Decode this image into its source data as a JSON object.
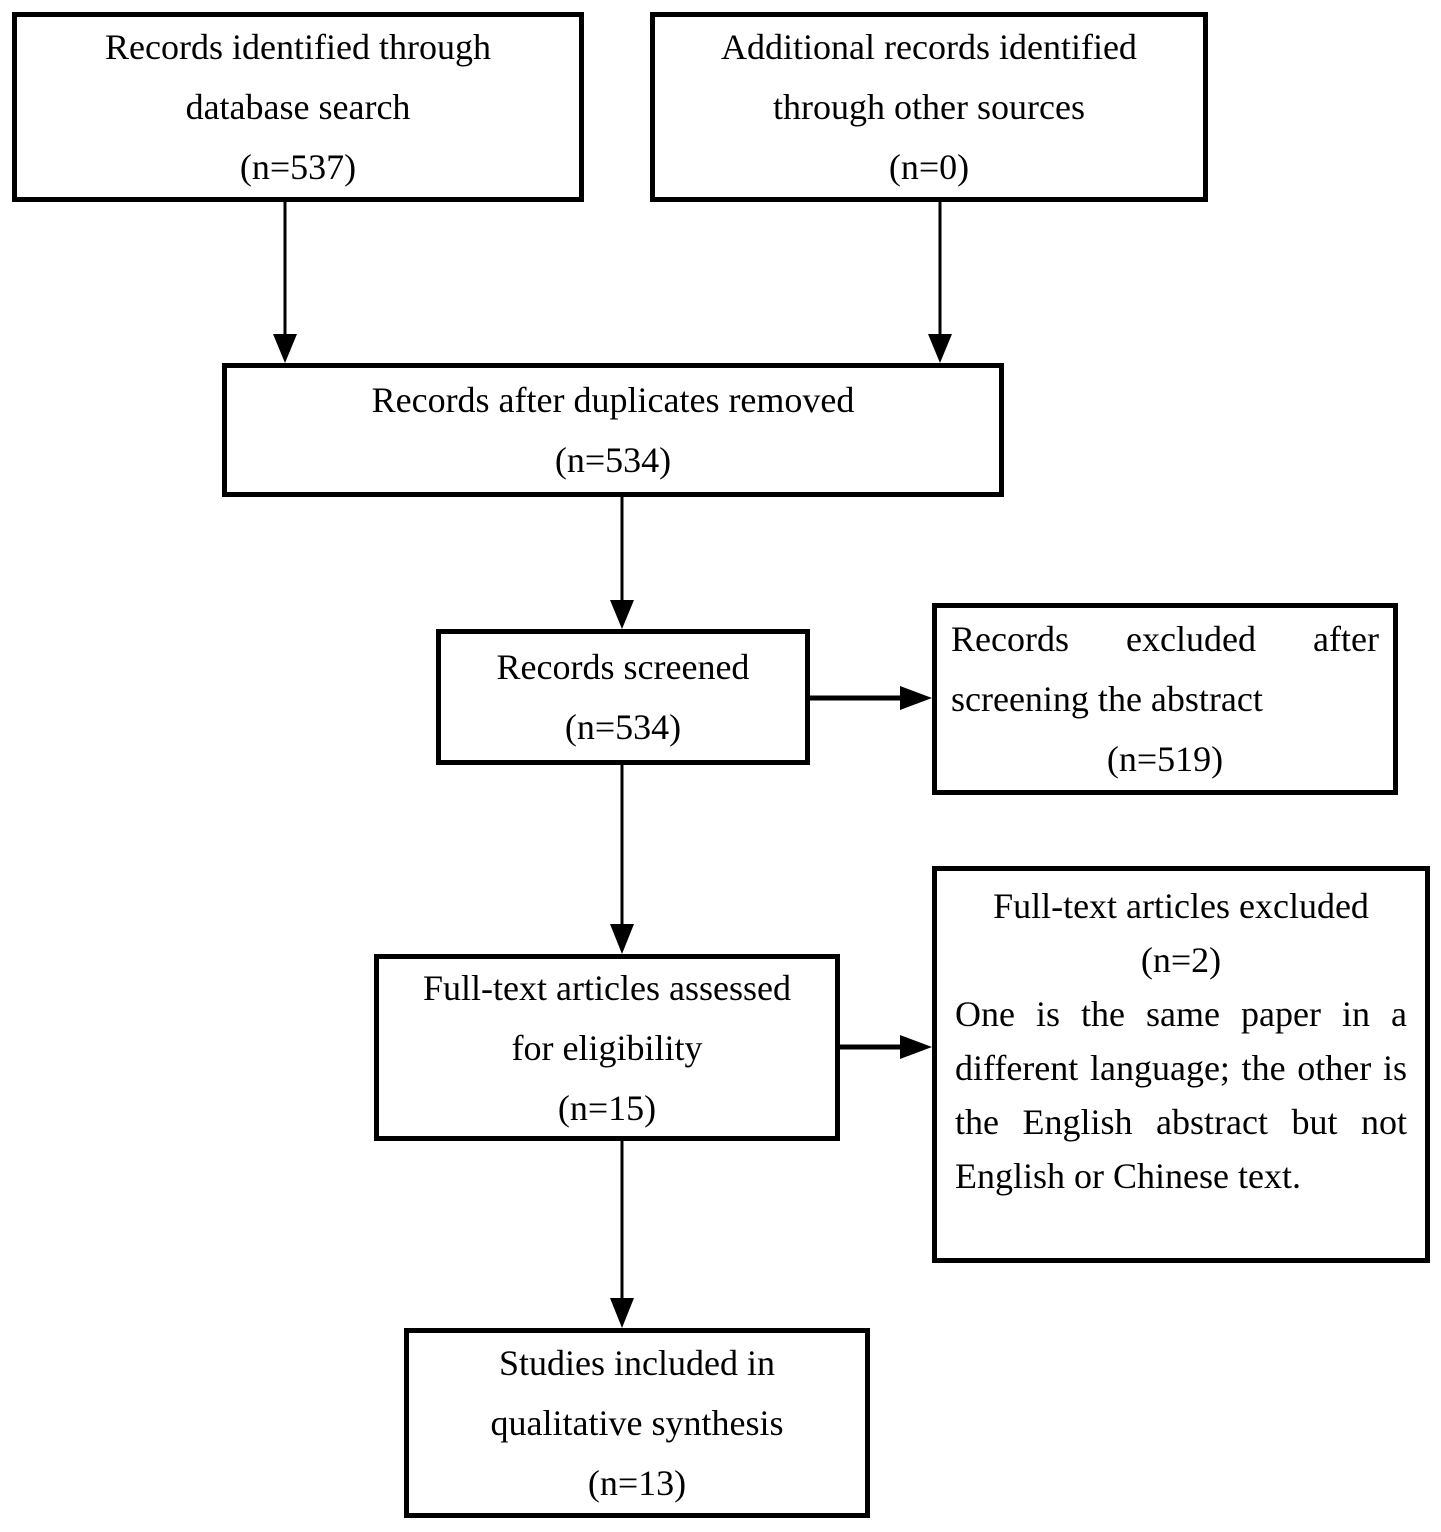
{
  "diagram": {
    "kind": "study-selection-flowchart",
    "background_color": "#ffffff",
    "line_color": "#000000",
    "text_color": "#000000"
  },
  "boxes": {
    "identified": {
      "label": "Records identified through database search",
      "count": "(n=537)"
    },
    "additional": {
      "label": "Additional records identified through other sources",
      "count": "(n=0)"
    },
    "duplicates_removed": {
      "label": "Records after duplicates removed",
      "count": "(n=534)"
    },
    "screened": {
      "label": "Records screened",
      "count": "(n=534)"
    },
    "excluded_screening": {
      "label": "Records excluded after screening the abstract",
      "count": "(n=519)"
    },
    "fulltext_assessed": {
      "label": "Full-text articles assessed for eligibility",
      "count": "(n=15)"
    },
    "fulltext_excluded": {
      "label": "Full-text articles excluded",
      "count": "(n=2)",
      "note": "One is the same paper in a different language; the other is the English abstract but not English or Chinese text."
    },
    "included": {
      "label": "Studies included in qualitative synthesis",
      "count": "(n=13)"
    }
  }
}
